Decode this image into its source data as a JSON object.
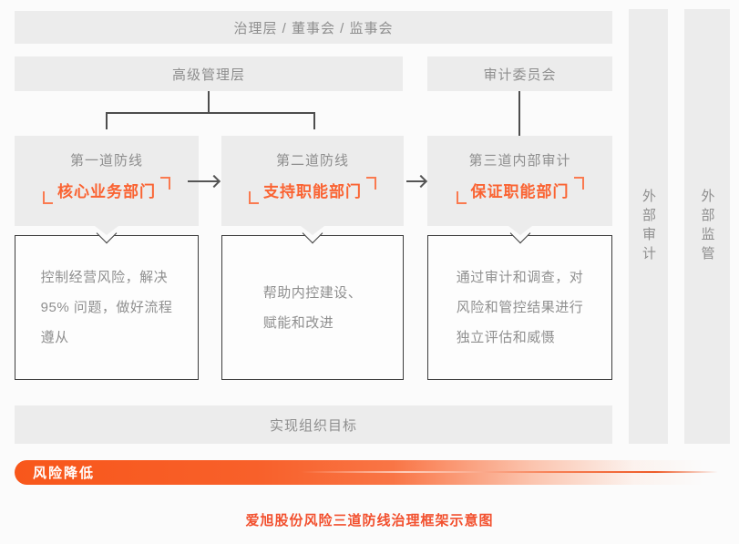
{
  "top_bar": {
    "label": "治理层 / 董事会 / 监事会"
  },
  "senior_bar": {
    "label": "高级管理层"
  },
  "audit_bar": {
    "label": "审计委员会"
  },
  "defense_lines": [
    {
      "title": "第一道防线",
      "subtitle": "核心业务部门",
      "description_lines": [
        "控制经营风险，解决",
        "95% 问题，做好流程",
        "遵从"
      ]
    },
    {
      "title": "第二道防线",
      "subtitle": "支持职能部门",
      "description_lines": [
        "帮助内控建设、",
        "赋能和改进"
      ]
    },
    {
      "title": "第三道内部审计",
      "subtitle": "保证职能部门",
      "description_lines": [
        "通过审计和调查，对",
        "风险和管控结果进行",
        "独立评估和威慑"
      ]
    }
  ],
  "goal_bar": {
    "label": "实现组织目标"
  },
  "risk_bar": {
    "label": "风险降低"
  },
  "side_bars": [
    {
      "label": "外部审计"
    },
    {
      "label": "外部监管"
    }
  ],
  "caption": "爱旭股份风险三道防线治理框架示意图",
  "colors": {
    "accent_orange": "#fa6332",
    "risk_gradient_start": "#f8571b",
    "caption_red": "#f2502e",
    "bar_gray": "#ececec",
    "text_gray": "#8e8e8e",
    "line_dark": "#4d4d4d"
  }
}
